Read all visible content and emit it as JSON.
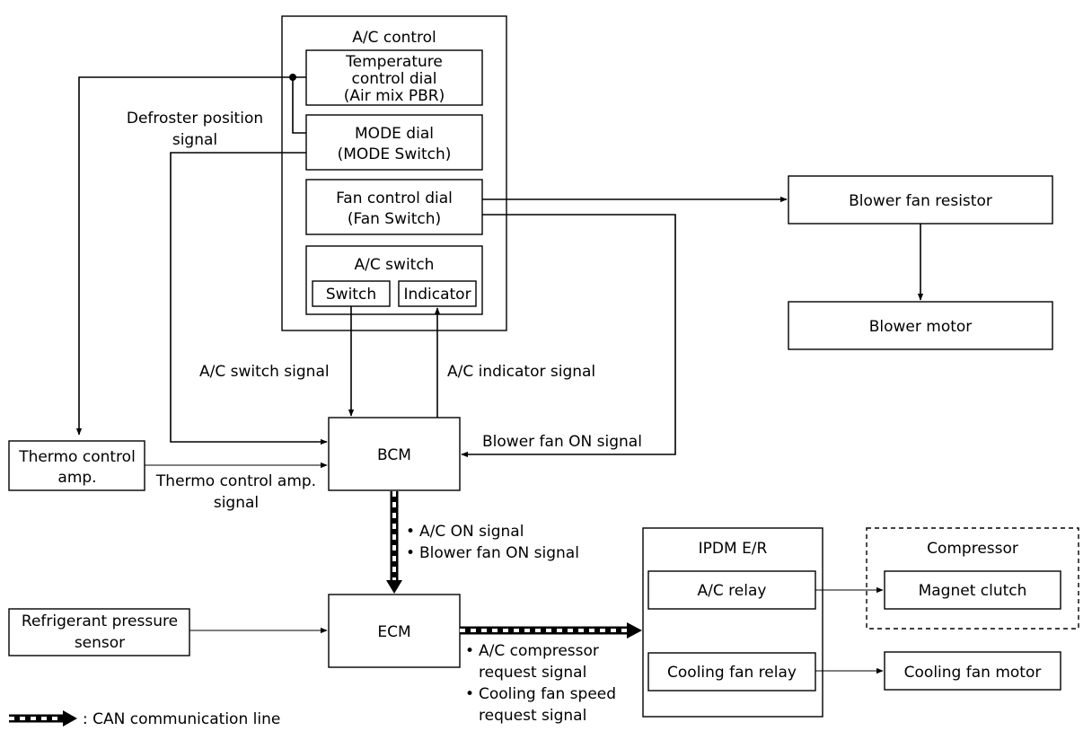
{
  "ac_control": {
    "title": "A/C control",
    "temp_dial": [
      "Temperature",
      "control dial",
      "(Air mix PBR)"
    ],
    "mode_dial": [
      "MODE dial",
      "(MODE Switch)"
    ],
    "fan_dial": [
      "Fan control dial",
      "(Fan Switch)"
    ],
    "ac_switch": {
      "title": "A/C switch",
      "switch": "Switch",
      "indicator": "Indicator"
    }
  },
  "blower_fan_resistor": "Blower fan resistor",
  "blower_motor": "Blower motor",
  "thermo_control_amp": [
    "Thermo control",
    "amp."
  ],
  "bcm": "BCM",
  "ecm": "ECM",
  "refrigerant_sensor": [
    "Refrigerant pressure",
    "sensor"
  ],
  "ipdm": {
    "title": "IPDM E/R",
    "ac_relay": "A/C relay",
    "cooling_fan_relay": "Cooling fan relay"
  },
  "compressor": {
    "title": "Compressor",
    "magnet_clutch": "Magnet clutch"
  },
  "cooling_fan_motor": "Cooling fan motor",
  "signals": {
    "defroster": [
      "Defroster position",
      "signal"
    ],
    "ac_switch_signal": "A/C switch signal",
    "ac_indicator_signal": "A/C indicator signal",
    "blower_fan_on": "Blower fan ON signal",
    "thermo_amp_signal": [
      "Thermo control amp.",
      "signal"
    ],
    "bcm_to_ecm": [
      "A/C ON signal",
      "Blower fan ON signal"
    ],
    "ecm_to_ipdm": [
      "A/C compressor",
      "request signal",
      "Cooling fan speed",
      "request signal"
    ]
  },
  "legend": ": CAN communication line"
}
